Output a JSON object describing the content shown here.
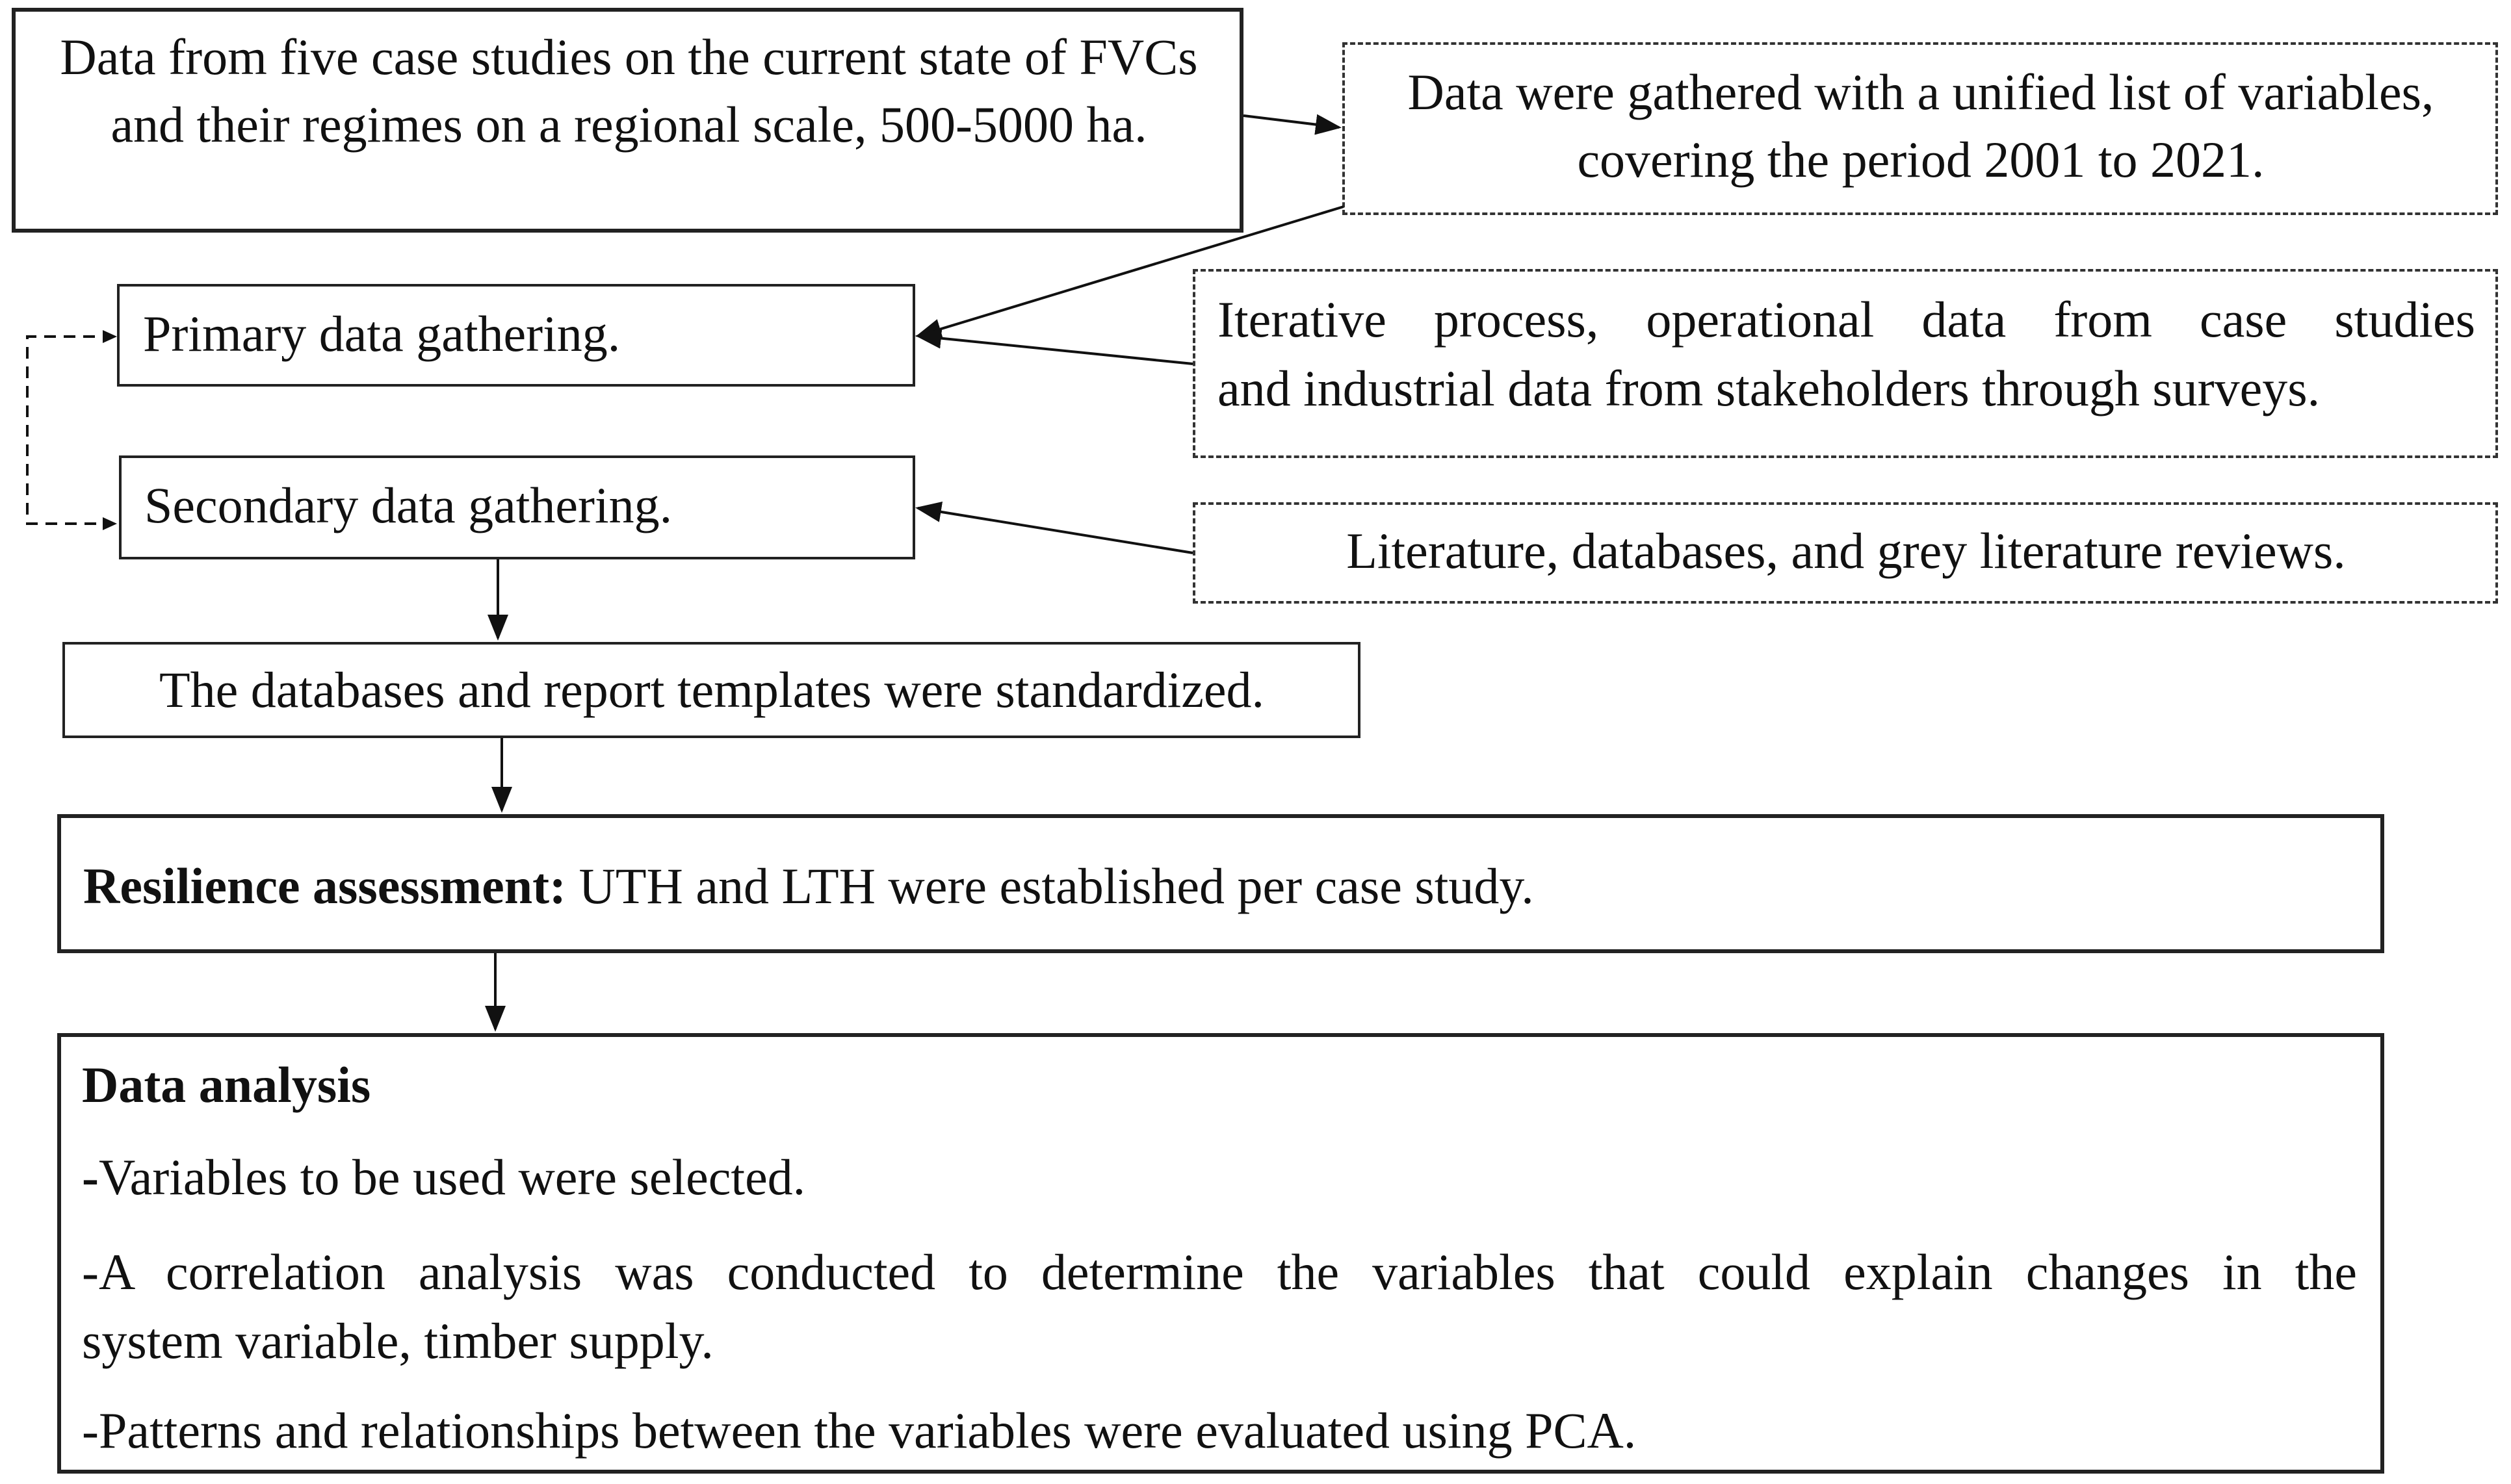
{
  "nodes": {
    "case_studies": "Data from five case studies on the current state of FVCs and their regimes on a regional scale, 500-5000 ha.",
    "unified_list": "Data were gathered with a unified list of variables, covering the period 2001 to 2021.",
    "primary": "Primary data gathering.",
    "iterative_line1": "Iterative process, operational data from case studies",
    "iterative_line2": "and industrial data from stakeholders through surveys.",
    "secondary": "Secondary data gathering.",
    "literature": "Literature, databases, and grey literature reviews.",
    "standardized": "The databases and report templates were standardized.",
    "resilience_bold": "Resilience assessment:",
    "resilience_rest": " UTH and LTH were established per case study.",
    "analysis_title": "Data analysis",
    "analysis_item1_dash": "-",
    "analysis_item1_text": "Variables to be used were selected.",
    "analysis_item2_line1": "-A correlation analysis was conducted to determine the variables that could explain changes in the",
    "analysis_item2_line2": "system variable, timber supply.",
    "analysis_item3": "-Patterns and relationships between the variables were evaluated using PCA."
  }
}
